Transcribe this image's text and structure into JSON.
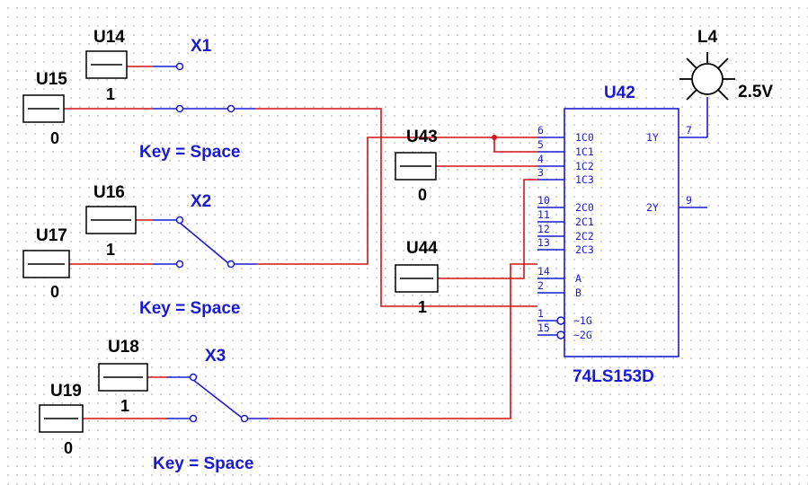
{
  "sources": [
    {
      "ref": "U14",
      "value": "1"
    },
    {
      "ref": "U15",
      "value": "0"
    },
    {
      "ref": "U16",
      "value": "1"
    },
    {
      "ref": "U17",
      "value": "0"
    },
    {
      "ref": "U18",
      "value": "1"
    },
    {
      "ref": "U19",
      "value": "0"
    },
    {
      "ref": "U43",
      "value": "0"
    },
    {
      "ref": "U44",
      "value": "1"
    }
  ],
  "switches": [
    {
      "ref": "X1",
      "key": "Key = Space"
    },
    {
      "ref": "X2",
      "key": "Key = Space"
    },
    {
      "ref": "X3",
      "key": "Key = Space"
    }
  ],
  "chip": {
    "ref": "U42",
    "part": "74LS153D",
    "left_pins": [
      {
        "num": "6",
        "name": "1C0"
      },
      {
        "num": "5",
        "name": "1C1"
      },
      {
        "num": "4",
        "name": "1C2"
      },
      {
        "num": "3",
        "name": "1C3"
      },
      {
        "num": "10",
        "name": "2C0"
      },
      {
        "num": "11",
        "name": "2C1"
      },
      {
        "num": "12",
        "name": "2C2"
      },
      {
        "num": "13",
        "name": "2C3"
      },
      {
        "num": "14",
        "name": "A"
      },
      {
        "num": "2",
        "name": "B"
      },
      {
        "num": "1",
        "name": "~1G"
      },
      {
        "num": "15",
        "name": "~2G"
      }
    ],
    "right_pins": [
      {
        "num": "7",
        "name": "1Y"
      },
      {
        "num": "9",
        "name": "2Y"
      }
    ]
  },
  "lamp": {
    "ref": "L4",
    "rating": "2.5V"
  },
  "colors": {
    "wire_active": "#d41414",
    "wire_idle": "#1a1ad6",
    "component": "#000000",
    "label_blue": "#1a1ad6"
  }
}
